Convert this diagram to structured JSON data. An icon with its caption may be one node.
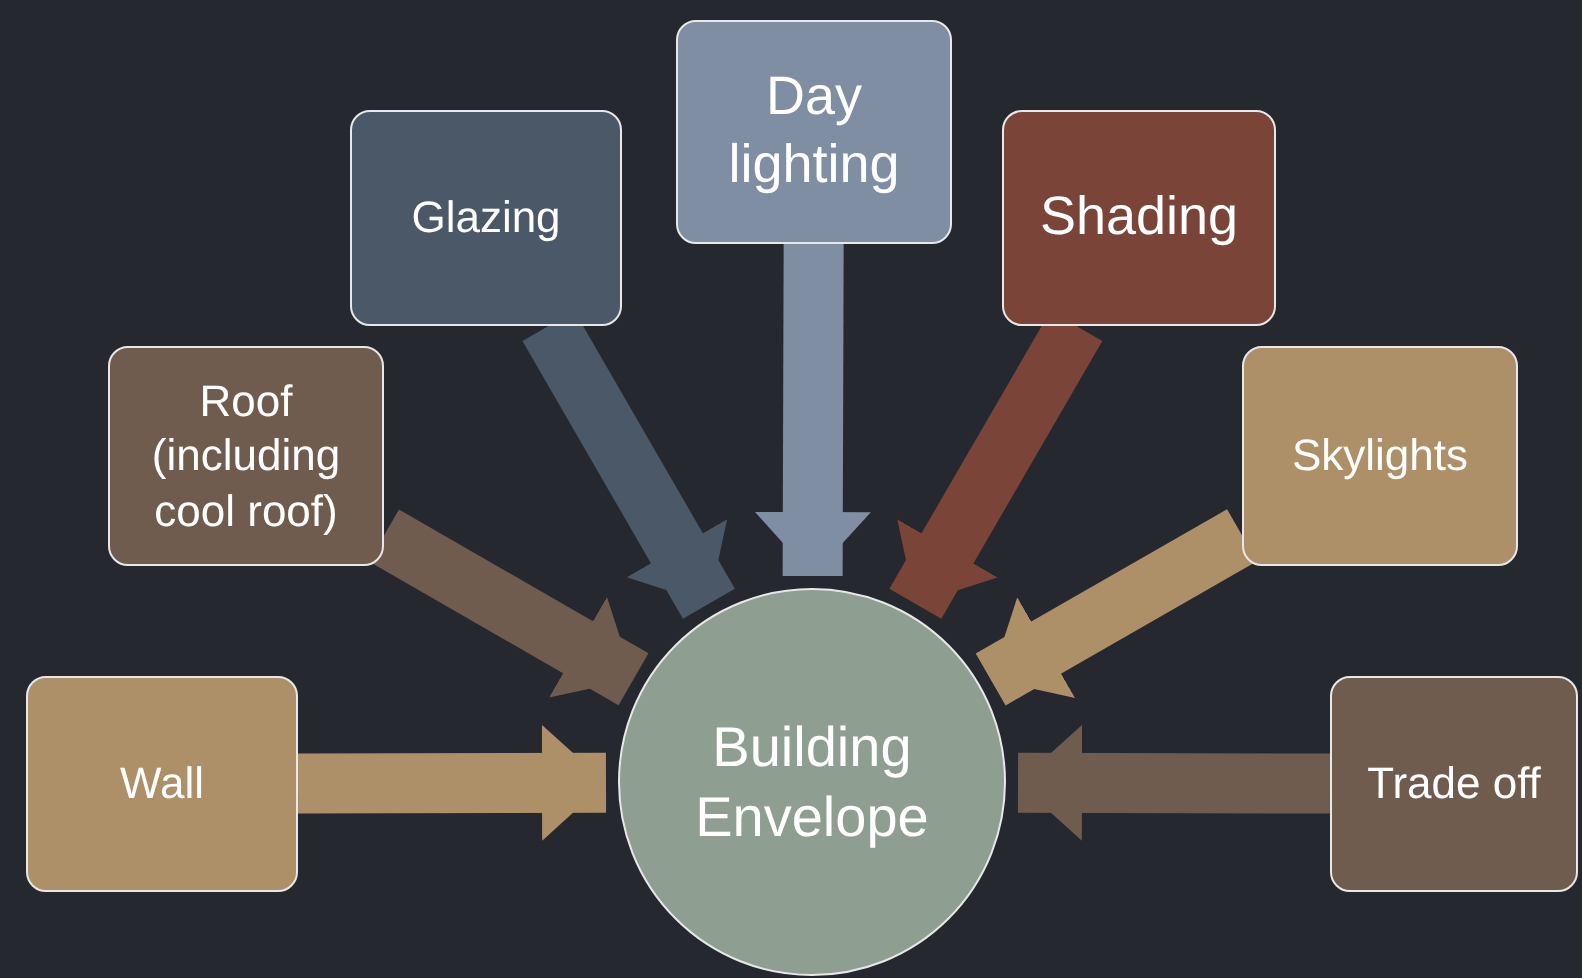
{
  "diagram": {
    "nodes": [
      {
        "text": [
          "Wall"
        ]
      },
      {
        "text": [
          "Roof (including cool roof)"
        ]
      },
      {
        "text": [
          "Glazing"
        ]
      },
      {
        "text": [
          "Day lighting"
        ]
      },
      {
        "text": [
          "Shading"
        ]
      },
      {
        "text": [
          "Skylights"
        ]
      },
      {
        "text": [
          "Trade off"
        ]
      },
      {
        "text": [
          "Building Envelope"
        ]
      }
    ],
    "edges": [
      {
        "from": 0,
        "to": 7,
        "arrow": "to",
        "color": "#ad9068"
      },
      {
        "from": 1,
        "to": 7,
        "arrow": "to",
        "color": "#6f5c4f"
      },
      {
        "from": 2,
        "to": 7,
        "arrow": "to",
        "color": "#4a5868"
      },
      {
        "from": 3,
        "to": 7,
        "arrow": "to",
        "color": "#7f8ea3"
      },
      {
        "from": 4,
        "to": 7,
        "arrow": "to",
        "color": "#7a4538"
      },
      {
        "from": 5,
        "to": 7,
        "arrow": "to",
        "color": "#ad9068"
      },
      {
        "from": 6,
        "to": 7,
        "arrow": "to",
        "color": "#6f5c4f"
      }
    ]
  }
}
